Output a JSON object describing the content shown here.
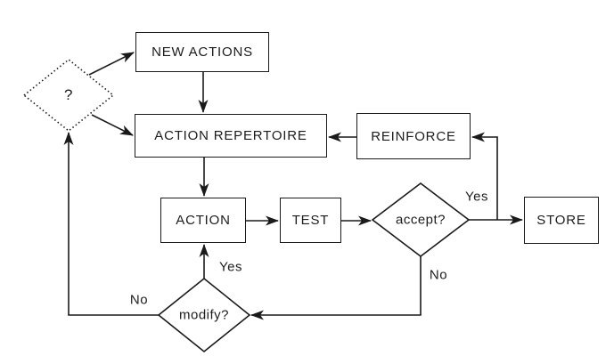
{
  "diagram": {
    "type": "flowchart",
    "colors": {
      "background": "#ffffff",
      "stroke": "#1a1a1a",
      "text": "#1c1c1c"
    },
    "nodes": {
      "unknown": {
        "label": "?",
        "shape": "diamond",
        "border": "dotted"
      },
      "new_actions": {
        "label": "NEW ACTIONS",
        "shape": "rect"
      },
      "action_repertoire": {
        "label": "ACTION REPERTOIRE",
        "shape": "rect"
      },
      "reinforce": {
        "label": "REINFORCE",
        "shape": "rect"
      },
      "action": {
        "label": "ACTION",
        "shape": "rect"
      },
      "test": {
        "label": "TEST",
        "shape": "rect"
      },
      "accept": {
        "label": "accept?",
        "shape": "diamond"
      },
      "store": {
        "label": "STORE",
        "shape": "rect"
      },
      "modify": {
        "label": "modify?",
        "shape": "diamond"
      }
    },
    "edges": [
      {
        "from": "unknown",
        "to": "new_actions",
        "label": ""
      },
      {
        "from": "unknown",
        "to": "action_repertoire",
        "label": ""
      },
      {
        "from": "new_actions",
        "to": "action_repertoire",
        "label": ""
      },
      {
        "from": "action_repertoire",
        "to": "action",
        "label": ""
      },
      {
        "from": "action",
        "to": "test",
        "label": ""
      },
      {
        "from": "test",
        "to": "accept",
        "label": ""
      },
      {
        "from": "accept",
        "to": "store",
        "label": "Yes"
      },
      {
        "from": "accept",
        "to": "reinforce",
        "label": "Yes"
      },
      {
        "from": "reinforce",
        "to": "action_repertoire",
        "label": ""
      },
      {
        "from": "accept",
        "to": "modify",
        "label": "No"
      },
      {
        "from": "modify",
        "to": "action",
        "label": "Yes"
      },
      {
        "from": "modify",
        "to": "unknown",
        "label": "No"
      }
    ]
  }
}
